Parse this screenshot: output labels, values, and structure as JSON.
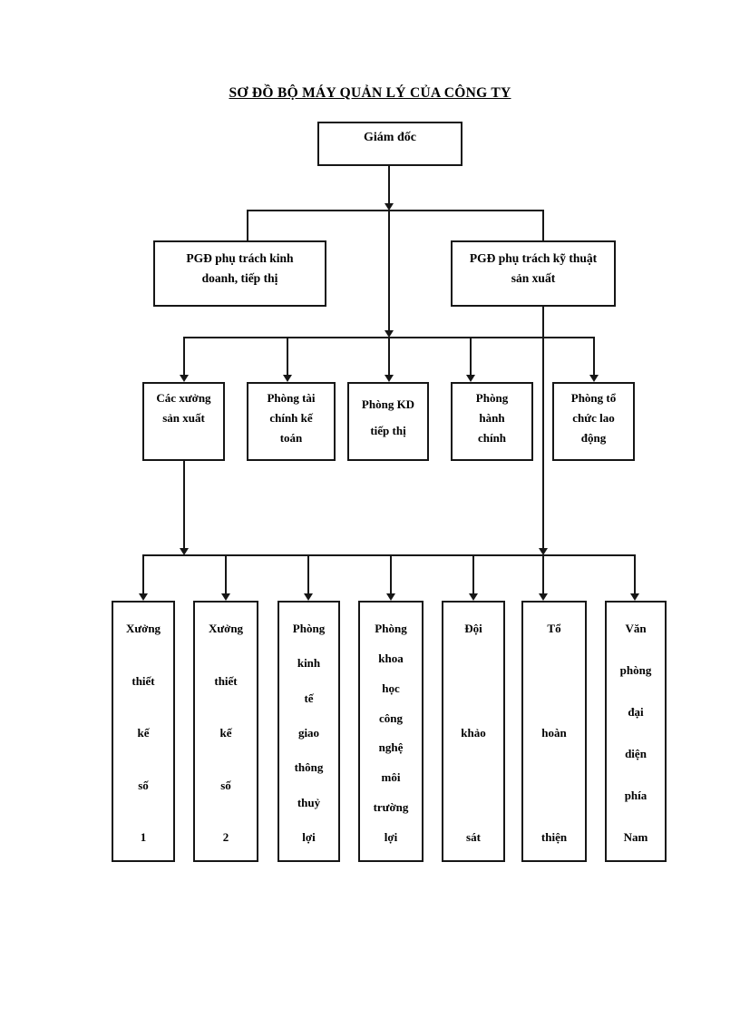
{
  "title": "SƠ ĐỒ BỘ MÁY QUẢN LÝ CỦA CÔNG TY",
  "chart": {
    "director": "Giám đốc",
    "deputies": [
      "PGĐ phụ trách kinh\ndoanh, tiếp thị",
      "PGĐ phụ trách kỹ thuật\nsản xuất"
    ],
    "departments": [
      "Các xưởng\nsản xuất",
      "Phòng tài\nchính kế\ntoán",
      "Phòng KD\ntiếp thị",
      "Phòng\nhành\nchính",
      "Phòng tổ\nchức lao\nđộng"
    ],
    "units": [
      [
        "Xưởng",
        "thiết",
        "kế",
        "số",
        "1"
      ],
      [
        "Xưởng",
        "thiết",
        "kế",
        "số",
        "2"
      ],
      [
        "Phòng",
        "kinh",
        "tế",
        "giao",
        "thông",
        "thuỷ",
        "lợi"
      ],
      [
        "Phòng",
        "khoa",
        "học",
        "công",
        "nghệ",
        "môi",
        "trường",
        "lợi"
      ],
      [
        "Đội",
        "khảo",
        "sát"
      ],
      [
        "Tổ",
        "hoàn",
        "thiện"
      ],
      [
        "Văn",
        "phòng",
        "đại",
        "diện",
        "phía",
        "Nam"
      ]
    ]
  },
  "colors": {
    "line": "#161616",
    "text": "#000000",
    "page_background": "#ffffff"
  }
}
